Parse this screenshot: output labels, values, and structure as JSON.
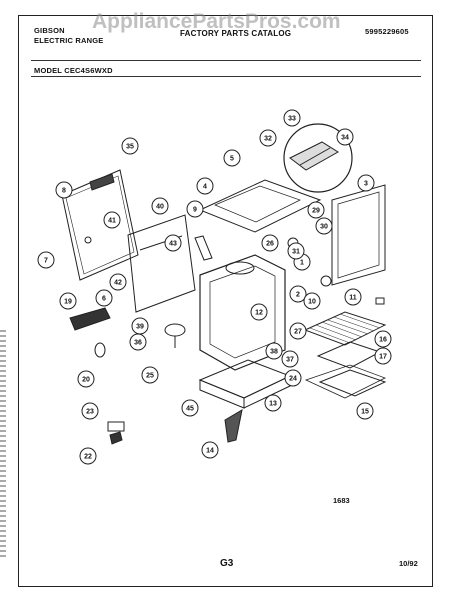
{
  "header": {
    "brand": "GIBSON",
    "product": "ELECTRIC RANGE",
    "catalog": "FACTORY PARTS CATALOG",
    "part_number": "5995229605",
    "model": "MODEL CEC4S6WXD"
  },
  "watermark": "AppliancePartsPros.com",
  "callouts": [
    "1",
    "2",
    "3",
    "4",
    "5",
    "6",
    "7",
    "8",
    "9",
    "10",
    "11",
    "12",
    "13",
    "14",
    "15",
    "16",
    "17",
    "19",
    "20",
    "22",
    "23",
    "24",
    "25",
    "26",
    "27",
    "29",
    "30",
    "31",
    "32",
    "33",
    "34",
    "35",
    "36",
    "37",
    "38",
    "39",
    "40",
    "41",
    "42",
    "43",
    "45"
  ],
  "footer": {
    "code": "1683",
    "page": "G3",
    "date": "10/92"
  }
}
